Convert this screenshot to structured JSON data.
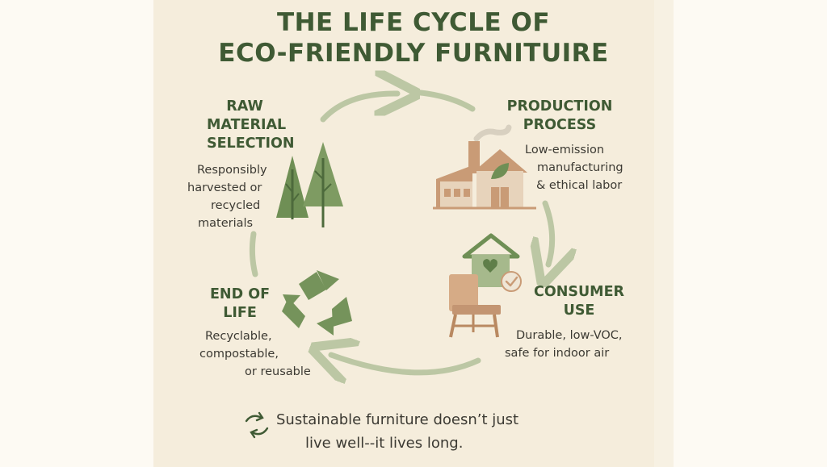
{
  "title": {
    "line1": "THE LIFE CYCLE OF",
    "line2": "ECO-FRIENDLY FURNITUIRE"
  },
  "stages": {
    "raw": {
      "title": "RAW\nMATERIAL\nSELECTION",
      "desc": [
        "Responsibly",
        "harvested or",
        "recycled",
        "materials"
      ],
      "icon": "pine-trees-icon"
    },
    "production": {
      "title": "PRODUCTION\nPROCESS",
      "desc": [
        "Low-emission",
        "manufacturing",
        "& ethical labor"
      ],
      "icon": "factory-leaf-icon"
    },
    "use": {
      "title": "CONSUMER\nUSE",
      "desc": [
        "Durable, low-VOC,",
        "safe for indoor air"
      ],
      "icon": "chair-house-icon"
    },
    "end": {
      "title": "END OF\nLIFE",
      "desc": [
        "Recyclable,",
        "compostable,",
        "or reusable"
      ],
      "icon": "recycle-icon"
    }
  },
  "tagline": {
    "line1": "Sustainable furniture doesn’t just",
    "line2": "live well--it lives long.",
    "icon": "cycle-arrows-icon"
  },
  "colors": {
    "background": "#f5eddc",
    "title": "#3f5a34",
    "green": "#6f8f55",
    "arrow": "#bcc7a4",
    "text": "#3c3a33",
    "tan": "#c9a07b"
  }
}
